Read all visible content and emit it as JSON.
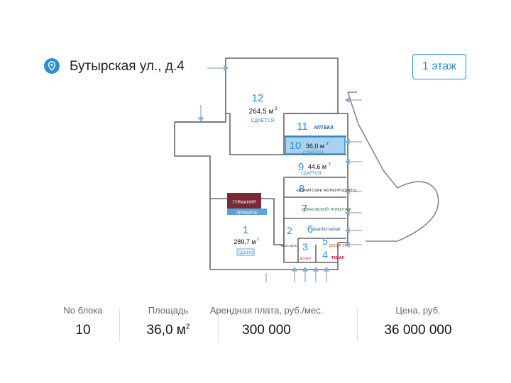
{
  "header": {
    "address": "Бутырская ул., д.4",
    "floor_button": "1 этаж",
    "pin_icon": "location-pin-icon",
    "accent": "#2a8fd6"
  },
  "plan": {
    "units": [
      {
        "id": "12",
        "area": "264,5 м",
        "status": "СДАЕТСЯ"
      },
      {
        "id": "11",
        "tenant": "АПТЕКА"
      },
      {
        "id": "10",
        "area": "36,0 м",
        "status": "СДАЕТСЯ"
      },
      {
        "id": "9",
        "area": "44,6 м",
        "status": "СДАЕТСЯ"
      },
      {
        "id": "8",
        "tenant": "КАМЧАТСКИЕ МОРЕПРОДУКТЫ"
      },
      {
        "id": "7",
        "tenant": "ИВАНОВСКИЙ ТРИКОТАЖ"
      },
      {
        "id": "6",
        "tenant": "Istanbul kebab"
      },
      {
        "id": "5",
        "tenant": "ДОНЕР 24"
      },
      {
        "id": "4",
        "tenant": "TABAK"
      },
      {
        "id": "3",
        "tenant": "ДОНЕР"
      },
      {
        "id": "2",
        "tenant": "MasTABAK"
      },
      {
        "id": "1",
        "area": "289,7 м",
        "status": "СДАНО",
        "tenant": "ГУРМАНИЯ",
        "tenant_sub": "Арендатор"
      }
    ],
    "superscript": "2"
  },
  "stats": {
    "block_label": "No блока",
    "block_value": "10",
    "area_label": "Площадь",
    "area_value": "36,0 м",
    "area_sup": "2",
    "rent_label": "Арендная плата, руб./мес.",
    "rent_value": "300 000",
    "price_label": "Цена, руб.",
    "price_value": "36 000 000"
  }
}
